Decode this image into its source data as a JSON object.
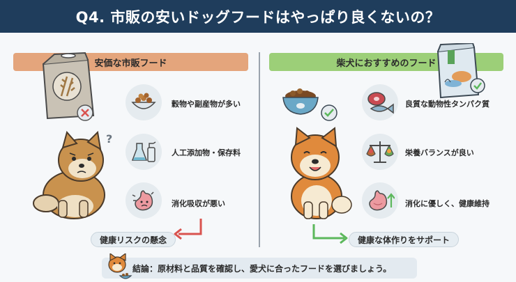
{
  "title": "Q4. 市販の安いドッグフードはやっぱり良くないの？",
  "left": {
    "header": "安価な市販フード",
    "items": [
      {
        "label": "穀物や副産物が多い",
        "icon": "kibble-bowl-icon"
      },
      {
        "label": "人工添加物・保存料",
        "icon": "chemical-bottles-icon"
      },
      {
        "label": "消化吸収が悪い",
        "icon": "upset-stomach-icon"
      }
    ],
    "conclusion": "健康リスクの懸念",
    "question_mark": "?"
  },
  "right": {
    "header": "柴犬におすすめのフード",
    "items": [
      {
        "label": "良質な動物性タンパク質",
        "icon": "meat-fish-icon"
      },
      {
        "label": "栄養バランスが良い",
        "icon": "balance-scale-icon"
      },
      {
        "label": "消化に優しく、健康維持",
        "icon": "healthy-stomach-icon"
      }
    ],
    "conclusion": "健康な体作りをサポート"
  },
  "footer": "結論：原材料と品質を確認し、愛犬に合ったフードを選びましょう。",
  "colors": {
    "title_bg": "#1f3d5c",
    "left_accent": "#e4a57c",
    "right_accent": "#9ccf78",
    "warn_red": "#d9534f",
    "ok_green": "#5cb85c"
  }
}
